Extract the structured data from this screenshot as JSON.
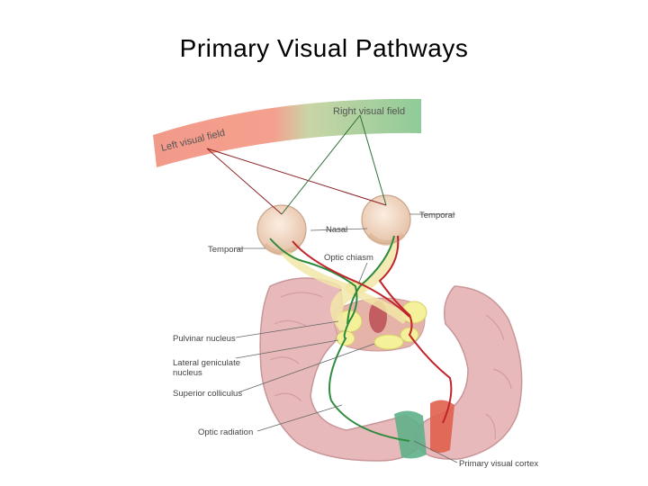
{
  "title": "Primary Visual Pathways",
  "fields": {
    "left": "Left visual field",
    "right": "Right visual field"
  },
  "labels": {
    "temporal_right": "Temporal",
    "nasal": "Nasal",
    "temporal_left": "Temporal",
    "optic_chiasm": "Optic chiasm",
    "pulvinar": "Pulvinar nucleus",
    "lgn_line1": "Lateral geniculate",
    "lgn_line2": "nucleus",
    "superior_colliculus": "Superior colliculus",
    "optic_radiation": "Optic radiation",
    "primary_visual_cortex": "Primary visual cortex"
  },
  "colors": {
    "left_field": "#f08878",
    "right_field": "#8cc890",
    "brain": "#e7b7b9",
    "brain_outline": "#c99a9c",
    "left_pathway": "#2e8b3d",
    "right_pathway": "#c0242a",
    "eye": "#f3dcc8",
    "nucleus": "#f4f19a"
  }
}
